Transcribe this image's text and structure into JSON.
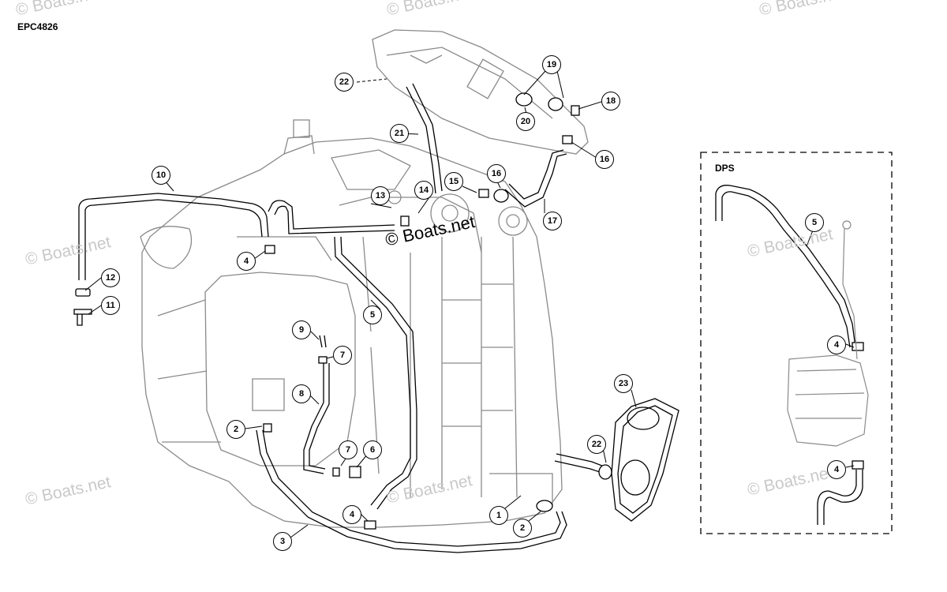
{
  "diagram_code": "EPC4826",
  "watermark_center": "© Boats.net",
  "watermark_faint": "© Boats.net",
  "dps_label": "DPS",
  "callouts": [
    "1",
    "2",
    "2",
    "3",
    "4",
    "4",
    "4",
    "4",
    "5",
    "5",
    "6",
    "7",
    "7",
    "8",
    "9",
    "10",
    "11",
    "12",
    "13",
    "14",
    "15",
    "16",
    "16",
    "17",
    "18",
    "19",
    "20",
    "21",
    "22",
    "22",
    "23"
  ],
  "colors": {
    "line": "#000000",
    "engine_outline": "#8a8a8a",
    "watermark": "#c9c9c9",
    "background": "#ffffff"
  }
}
